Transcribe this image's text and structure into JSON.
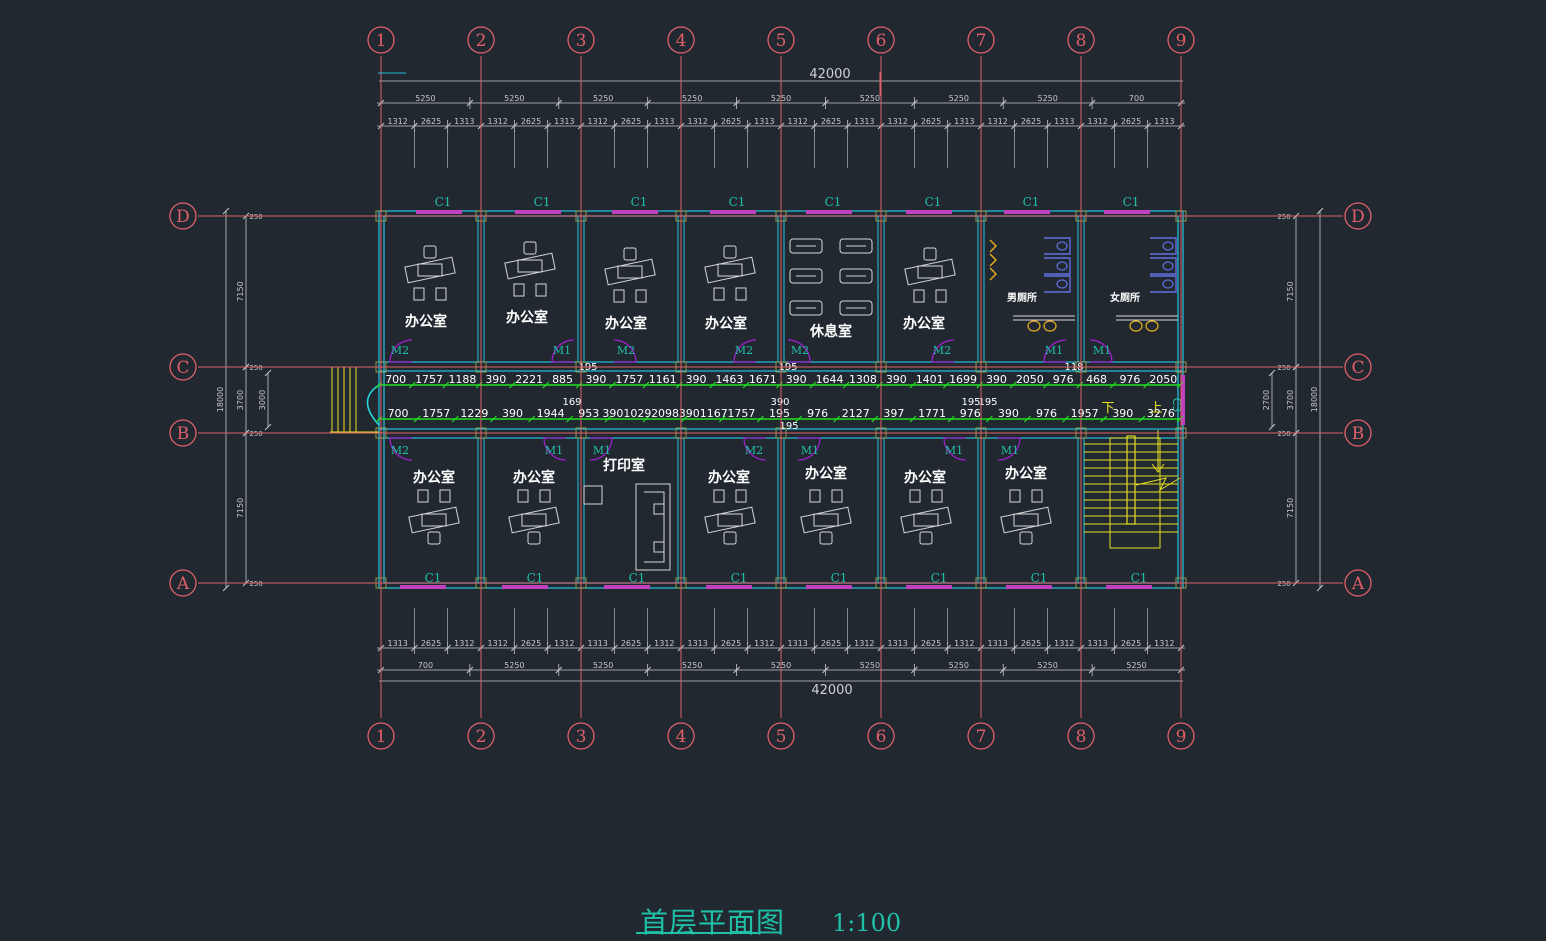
{
  "axes": {
    "columns": [
      "1",
      "2",
      "3",
      "4",
      "5",
      "6",
      "7",
      "8",
      "9"
    ],
    "rows": [
      "D",
      "C",
      "B",
      "A"
    ]
  },
  "overall": {
    "top": "42000",
    "bottom": "42000"
  },
  "dims": {
    "top_bays": [
      "5250",
      "5250",
      "5250",
      "5250",
      "5250",
      "5250",
      "5250",
      "5250",
      "700"
    ],
    "top_bay_parts": [
      "1312",
      "2625",
      "1313",
      "1312",
      "2625",
      "1313",
      "1312",
      "2625",
      "1313",
      "1312",
      "2625",
      "1313",
      "1312",
      "2625",
      "1313",
      "1312",
      "2625",
      "1313",
      "1312",
      "2625",
      "1313",
      "1312",
      "2625",
      "1313"
    ],
    "bottom_bay_parts": [
      "1313",
      "2625",
      "1312",
      "1312",
      "2625",
      "1312",
      "1313",
      "2625",
      "1312",
      "1313",
      "2625",
      "1312",
      "1313",
      "2625",
      "1312",
      "1313",
      "2625",
      "1312",
      "1313",
      "2625",
      "1312",
      "1313",
      "2625",
      "1312"
    ],
    "bottom_bays": [
      "700",
      "5250",
      "5250",
      "5250",
      "5250",
      "5250",
      "5250",
      "5250",
      "5250"
    ],
    "left": {
      "total": "18000",
      "seg_top": "7150",
      "seg_mid": "3700",
      "seg_bot": "7150",
      "inner": "3000",
      "d": "250",
      "c": "250",
      "b": "250",
      "a": "250"
    },
    "right": {
      "total": "18000",
      "seg_top": "7150",
      "seg_mid": "3700",
      "seg_bot": "7150",
      "inner": "2700",
      "d": "250",
      "c": "250",
      "b": "250",
      "a": "250"
    },
    "corridor_upper": [
      "700",
      "1757",
      "1188",
      "390",
      "2221",
      "885",
      "390",
      "1757",
      "1161",
      "390",
      "1463",
      "1671",
      "390",
      "1644",
      "1308",
      "390",
      "1401",
      "1699",
      "390",
      "2050",
      "976",
      "468",
      "976",
      "2050"
    ],
    "corridor_lower": [
      "700",
      "1757",
      "1229",
      "390",
      "1944",
      "953",
      "3901029",
      "2098",
      "3901167",
      "1757",
      "195",
      "976",
      "2127",
      "397",
      "1771",
      "976",
      "390",
      "976",
      "1957",
      "390",
      "3276"
    ],
    "corridor_misc": [
      "195",
      "195",
      "169",
      "390",
      "195",
      "195",
      "195",
      "118"
    ]
  },
  "rooms_top": [
    "办公室",
    "办公室",
    "办公室",
    "办公室",
    "休息室",
    "办公室",
    "男厕所",
    "女厕所"
  ],
  "rooms_bottom": [
    "办公室",
    "办公室",
    "打印室",
    "办公室",
    "办公室",
    "办公室",
    "办公室"
  ],
  "window_label": "C1",
  "door_labels": {
    "m1": "M1",
    "m2": "M2",
    "c3": "C3"
  },
  "stair": {
    "down": "下",
    "up": "上"
  },
  "title": {
    "name": "首层平面图",
    "scale": "1:100"
  },
  "colors": {
    "background": "#212830",
    "grid": "#e0606a",
    "wall": "#22b8d8",
    "dim": "#c8c8c8",
    "window": "#c040c0",
    "door": "#a020d0",
    "corridor_dim": "#20e020",
    "stair": "#e8e020",
    "tag": "#20c0a8",
    "furniture": "#d8d8d8",
    "fixture": "#6070e0"
  }
}
